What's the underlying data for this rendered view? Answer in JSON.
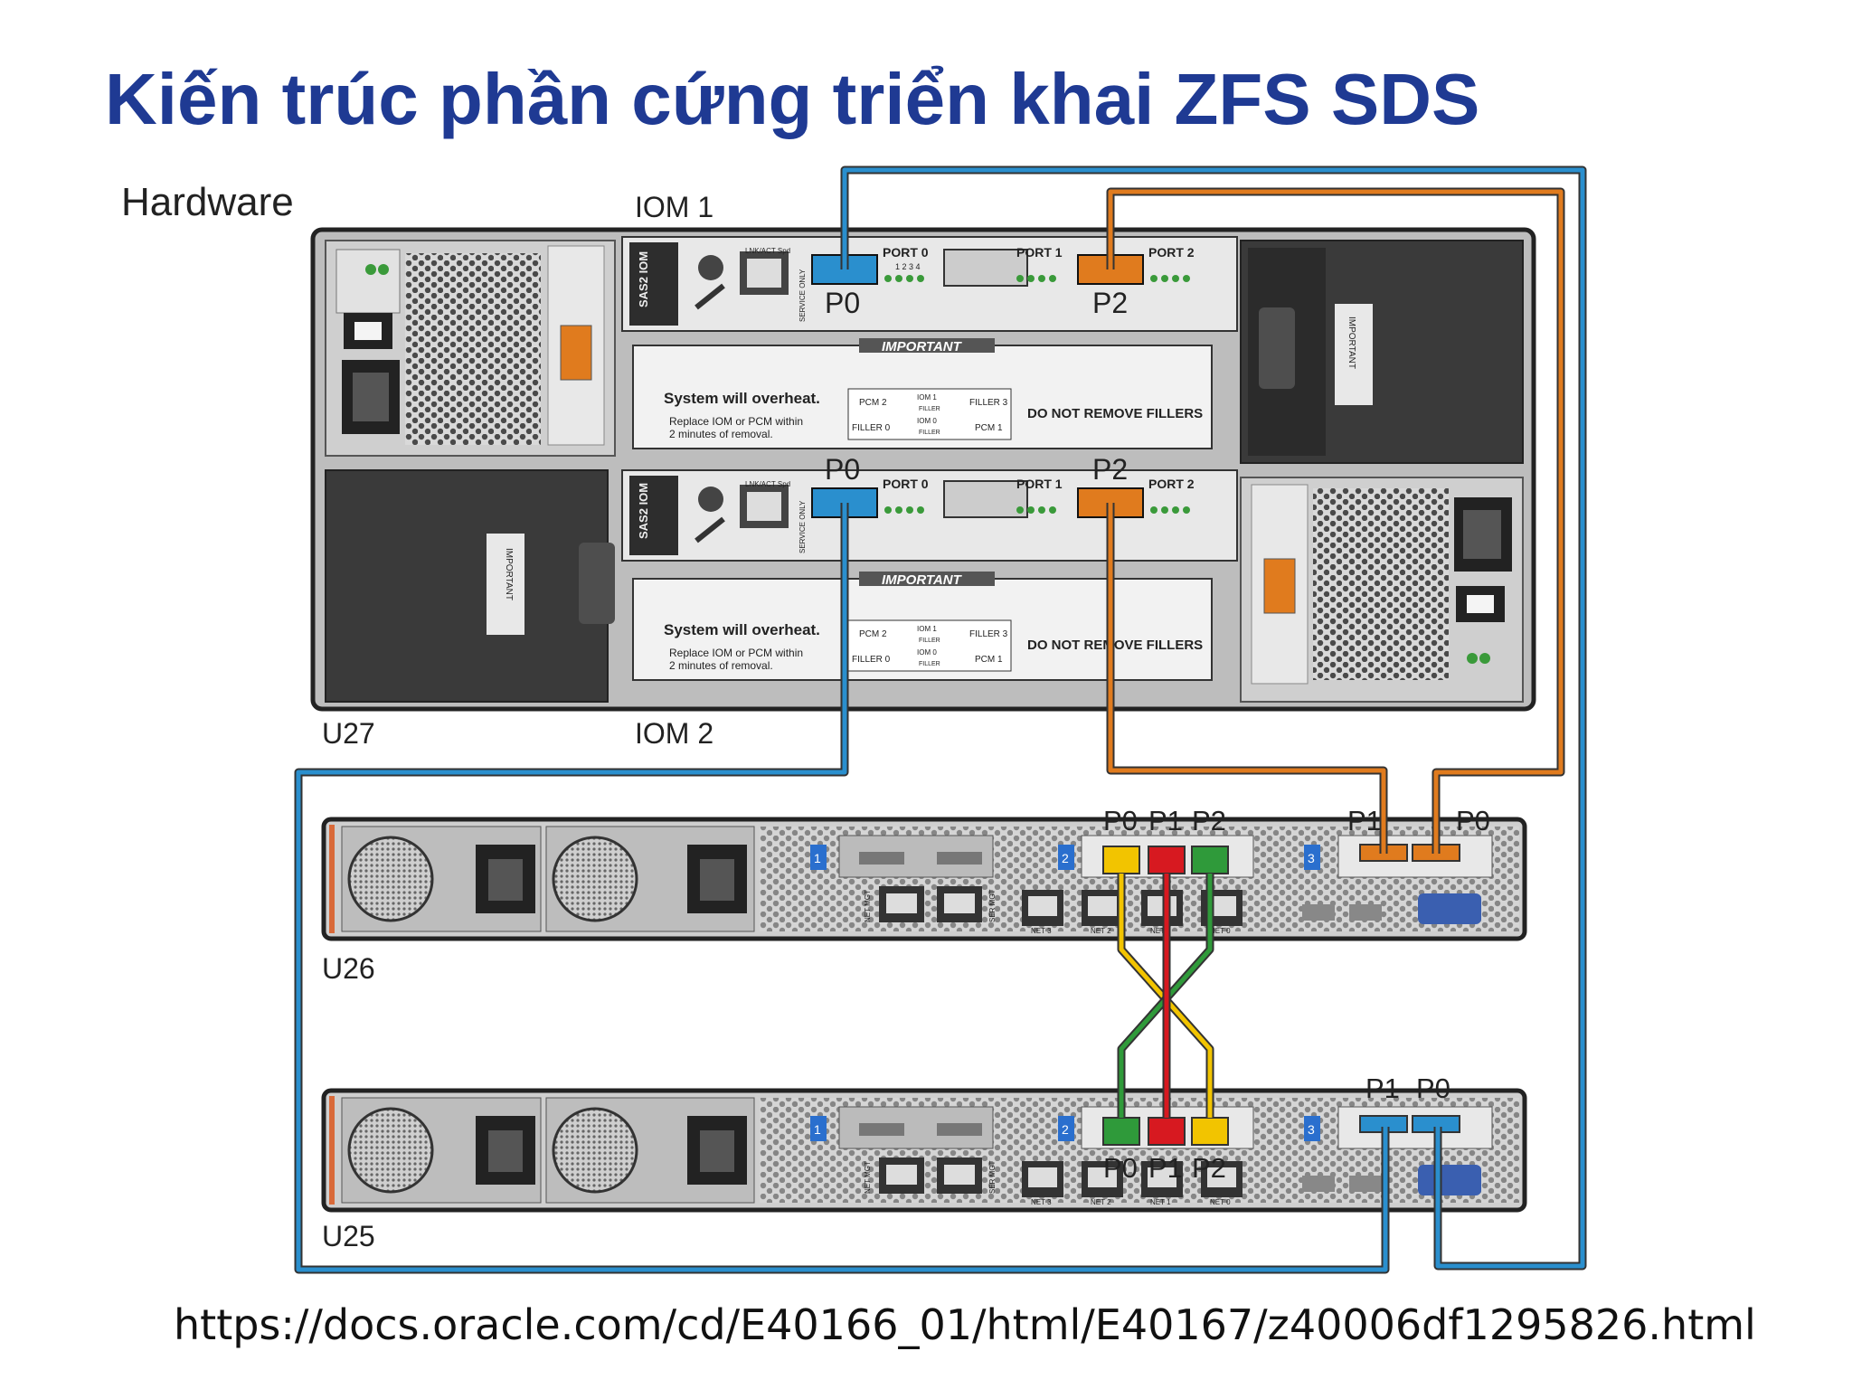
{
  "title": "Kiến trúc phần cứng triển khai ZFS SDS",
  "footer_url": "https://docs.oracle.com/cd/E40166_01/html/E40167/z40006df1295826.html",
  "diagram": {
    "section_label": "Hardware",
    "jbod": {
      "unit": "U27",
      "iom1_label": "IOM 1",
      "iom2_label": "IOM 2",
      "iom_module_text": "SAS2 IOM",
      "service_only": "SERVICE ONLY",
      "lnk_act": "LNK/ACT Spd",
      "ports": [
        "PORT 0",
        "PORT 1",
        "PORT 2"
      ],
      "port_numbers": "1 2 3 4",
      "callout_p0": "P0",
      "callout_p2": "P2",
      "important_title": "IMPORTANT",
      "overheat_title": "System will overheat.",
      "overheat_body_1": "Replace IOM or PCM within",
      "overheat_body_2": "2 minutes of removal.",
      "filler_grid": [
        "PCM 2",
        "IOM 1",
        "FILLER 3",
        "FILLER",
        "FILLER 0",
        "IOM 0",
        "PCM 1",
        "FILLER"
      ],
      "do_not_remove": "DO NOT REMOVE FILLERS",
      "psu_important": "IMPORTANT"
    },
    "server_top": {
      "unit": "U26",
      "hba_ports": [
        "P0",
        "P1",
        "P2"
      ],
      "sas_ports": [
        "P1",
        "P0"
      ],
      "slots": [
        "1",
        "2",
        "3"
      ],
      "net_labels": [
        "NET 3",
        "NET 2",
        "NET 1",
        "NET 0"
      ],
      "netmgt": "NET MGT",
      "sermgt": "SER MGT"
    },
    "server_bottom": {
      "unit": "U25",
      "hba_ports": [
        "P0",
        "P1",
        "P2"
      ],
      "sas_ports": [
        "P1",
        "P0"
      ],
      "slots": [
        "1",
        "2",
        "3"
      ],
      "net_labels": [
        "NET 3",
        "NET 2",
        "NET 1",
        "NET 0"
      ],
      "netmgt": "NET MGT",
      "sermgt": "SER MGT"
    },
    "colors": {
      "cable_blue": "#2a8fce",
      "cable_orange": "#e07b1e",
      "cable_yellow": "#f2c400",
      "cable_red": "#d71920",
      "cable_green": "#2f9a3a",
      "cable_outline": "#333333"
    }
  }
}
